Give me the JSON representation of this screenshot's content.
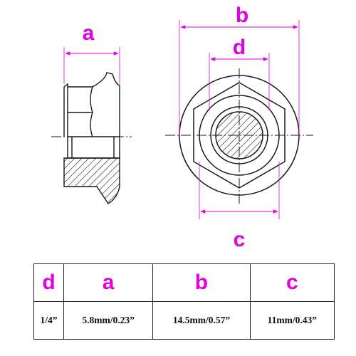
{
  "accent_color": "#e000e0",
  "line_color": "#1a1a1a",
  "labels": {
    "a": "a",
    "b": "b",
    "c": "c",
    "d": "d"
  },
  "table": {
    "headers": [
      "d",
      "a",
      "b",
      "c"
    ],
    "values": [
      "1/4”",
      "5.8mm/0.23”",
      "14.5mm/0.57”",
      "11mm/0.43”"
    ]
  }
}
